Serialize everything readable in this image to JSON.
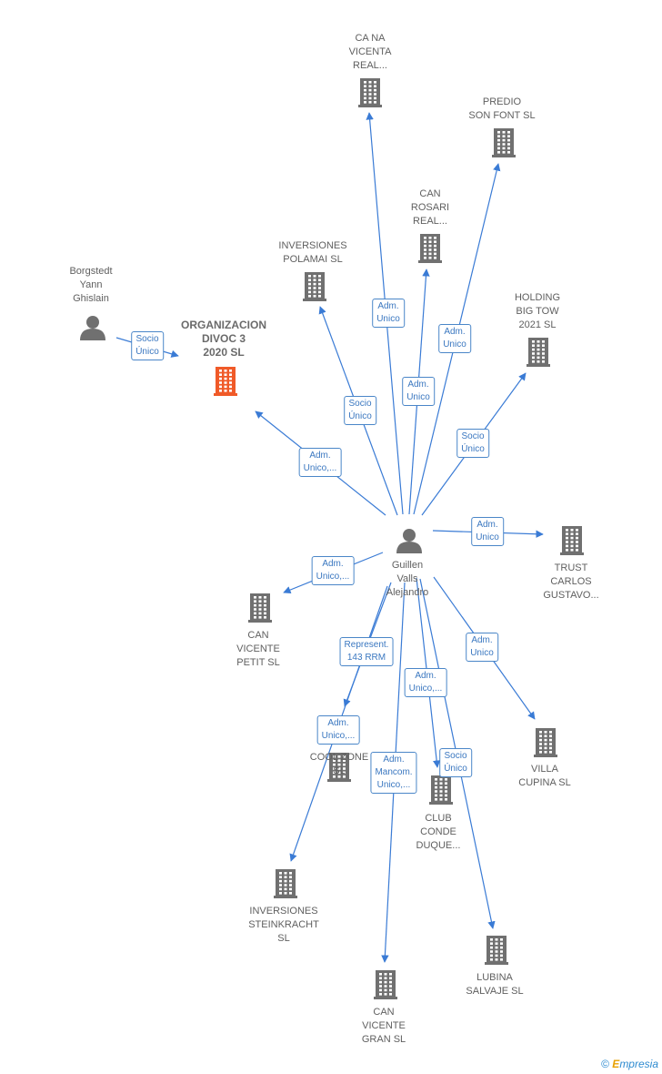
{
  "nodes": [
    {
      "id": "ca_na_vicenta",
      "label": "CA NA\nVICENTA\nREAL...",
      "type": "company"
    },
    {
      "id": "predio",
      "label": "PREDIO\nSON FONT  SL",
      "type": "company"
    },
    {
      "id": "can_rosari",
      "label": "CAN\nROSARI\nREAL...",
      "type": "company"
    },
    {
      "id": "inversiones_polamai",
      "label": "INVERSIONES\nPOLAMAI  SL",
      "type": "company"
    },
    {
      "id": "holding",
      "label": "HOLDING\nBIG TOW\n2021  SL",
      "type": "company"
    },
    {
      "id": "borgstedt",
      "label": "Borgstedt\nYann\nGhislain",
      "type": "person"
    },
    {
      "id": "organizacion",
      "label": "ORGANIZACION\nDIVOC 3\n2020  SL",
      "type": "company-main"
    },
    {
      "id": "guillen",
      "label": "Guillen\nValls\nAlejandro",
      "type": "person"
    },
    {
      "id": "trust",
      "label": "TRUST\nCARLOS\nGUSTAVO...",
      "type": "company"
    },
    {
      "id": "can_vicente_petit",
      "label": "CAN\nVICENTE\nPETIT  SL",
      "type": "company"
    },
    {
      "id": "cool_zone",
      "label": "COOL ZONE\nSL",
      "type": "company"
    },
    {
      "id": "villa_cupina",
      "label": "VILLA\nCUPINA SL",
      "type": "company"
    },
    {
      "id": "club_conde",
      "label": "CLUB\nCONDE\nDUQUE...",
      "type": "company"
    },
    {
      "id": "inversiones_stein",
      "label": "INVERSIONES\nSTEINKRACHT\nSL",
      "type": "company"
    },
    {
      "id": "lubina",
      "label": "LUBINA\nSALVAJE  SL",
      "type": "company"
    },
    {
      "id": "can_vicente_gran",
      "label": "CAN\nVICENTE\nGRAN  SL",
      "type": "company"
    }
  ],
  "edges": [
    {
      "from": "borgstedt",
      "to": "organizacion",
      "label": "Socio\nÚnico"
    },
    {
      "from": "guillen",
      "to": "organizacion",
      "label": "Adm.\nUnico,..."
    },
    {
      "from": "guillen",
      "to": "inversiones_polamai",
      "label": "Socio\nÚnico"
    },
    {
      "from": "guillen",
      "to": "ca_na_vicenta",
      "label": "Adm.\nUnico"
    },
    {
      "from": "guillen",
      "to": "can_rosari",
      "label": "Adm.\nUnico"
    },
    {
      "from": "guillen",
      "to": "predio",
      "label": "Adm.\nUnico"
    },
    {
      "from": "guillen",
      "to": "holding",
      "label": "Socio\nÚnico"
    },
    {
      "from": "guillen",
      "to": "trust",
      "label": "Adm.\nUnico"
    },
    {
      "from": "guillen",
      "to": "can_vicente_petit",
      "label": "Adm.\nUnico,..."
    },
    {
      "from": "guillen",
      "to": "cool_zone",
      "label": "Represent.\n143 RRM"
    },
    {
      "from": "guillen",
      "to": "inversiones_stein",
      "label": "Adm.\nUnico,..."
    },
    {
      "from": "guillen",
      "to": "club_conde",
      "label": "Adm.\nUnico,..."
    },
    {
      "from": "guillen",
      "to": "villa_cupina",
      "label": "Adm.\nUnico"
    },
    {
      "from": "guillen",
      "to": "can_vicente_gran",
      "label": "Adm.\nMancom.\nUnico,..."
    },
    {
      "from": "guillen",
      "to": "lubina",
      "label": "Socio\nÚnico"
    }
  ],
  "colors": {
    "edge": "#3a7bd5",
    "company": "#707070",
    "main": "#f05a28",
    "person": "#707070",
    "label_text": "#5f5f5f"
  },
  "brand": {
    "symbol": "©",
    "e": "E",
    "rest": "mpresia"
  }
}
